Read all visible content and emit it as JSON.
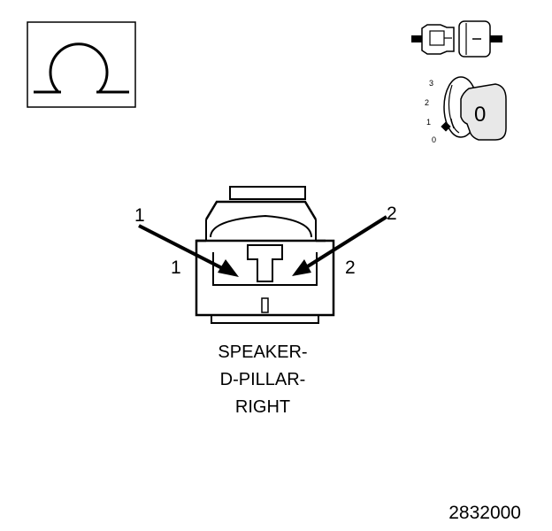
{
  "symbol": {
    "icon": "ohm-icon",
    "glyph": "Ω"
  },
  "key_switch": {
    "positions": [
      "3",
      "2",
      "1",
      "0"
    ],
    "key_label": "0"
  },
  "callouts": {
    "arrow_left": "1",
    "arrow_right": "2",
    "pin_left": "1",
    "pin_right": "2"
  },
  "caption": {
    "line1": "SPEAKER-",
    "line2": "D-PILLAR-",
    "line3": "RIGHT"
  },
  "figure_number": "2832000",
  "colors": {
    "ink": "#000000",
    "paper": "#ffffff",
    "key_fill": "#e8e8e8"
  }
}
